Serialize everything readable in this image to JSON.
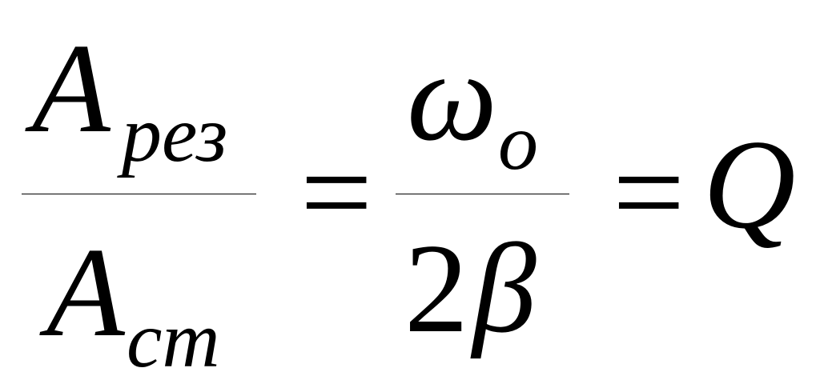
{
  "formula": {
    "left_fraction": {
      "numerator": {
        "base": "A",
        "subscript": "рез"
      },
      "denominator": {
        "base": "A",
        "subscript": "ст"
      }
    },
    "equals_1": "=",
    "right_fraction": {
      "numerator": {
        "base": "ω",
        "subscript": "o"
      },
      "denominator": {
        "coefficient": "2",
        "symbol": "β"
      }
    },
    "equals_2": "=",
    "result": "Q"
  }
}
